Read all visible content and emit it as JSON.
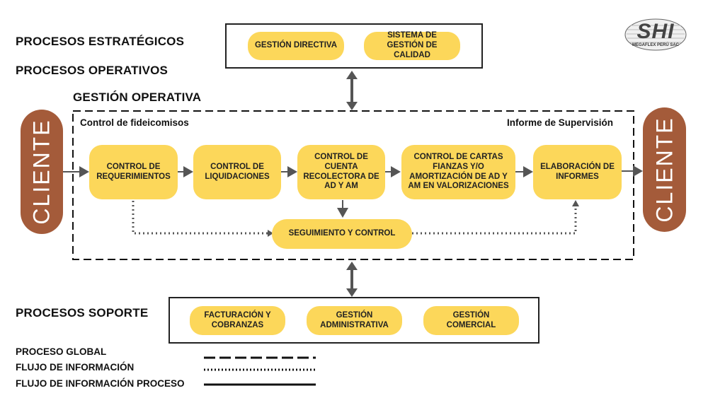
{
  "headings": {
    "estrategicos": "PROCESOS ESTRATÉGICOS",
    "operativos": "PROCESOS OPERATIVOS",
    "gestion_operativa": "GESTIÓN OPERATIVA",
    "soporte": "PROCESOS SOPORTE"
  },
  "strategic": [
    "GESTIÓN DIRECTIVA",
    "SISTEMA DE GESTIÓN DE CALIDAD"
  ],
  "operational": {
    "left_label": "Control de fideicomisos",
    "right_label": "Informe de Supervisión",
    "steps": [
      "CONTROL DE REQUERIMIENTOS",
      "CONTROL DE LIQUIDACIONES",
      "CONTROL DE CUENTA RECOLECTORA DE AD Y AM",
      "CONTROL DE CARTAS FIANZAS Y/O AMORTIZACIÓN DE AD Y AM EN VALORIZACIONES",
      "ELABORACIÓN DE INFORMES"
    ],
    "tracking": "SEGUIMIENTO Y CONTROL"
  },
  "client_left": "CLIENTE",
  "client_right": "CLIENTE",
  "support": [
    "FACTURACIÓN Y COBRANZAS",
    "GESTIÓN ADMINISTRATIVA",
    "GESTIÓN COMERCIAL"
  ],
  "legend": {
    "global": "PROCESO GLOBAL",
    "info_flow": "FLUJO DE INFORMACIÓN",
    "info_flow_process": "FLUJO DE INFORMACIÓN PROCESO"
  },
  "logo": {
    "text": "SHI",
    "subtext": "MEGAFLEX PERÚ SAC"
  },
  "colors": {
    "pill": "#fcd75a",
    "client": "#a45b3a",
    "arrow": "#555555"
  }
}
